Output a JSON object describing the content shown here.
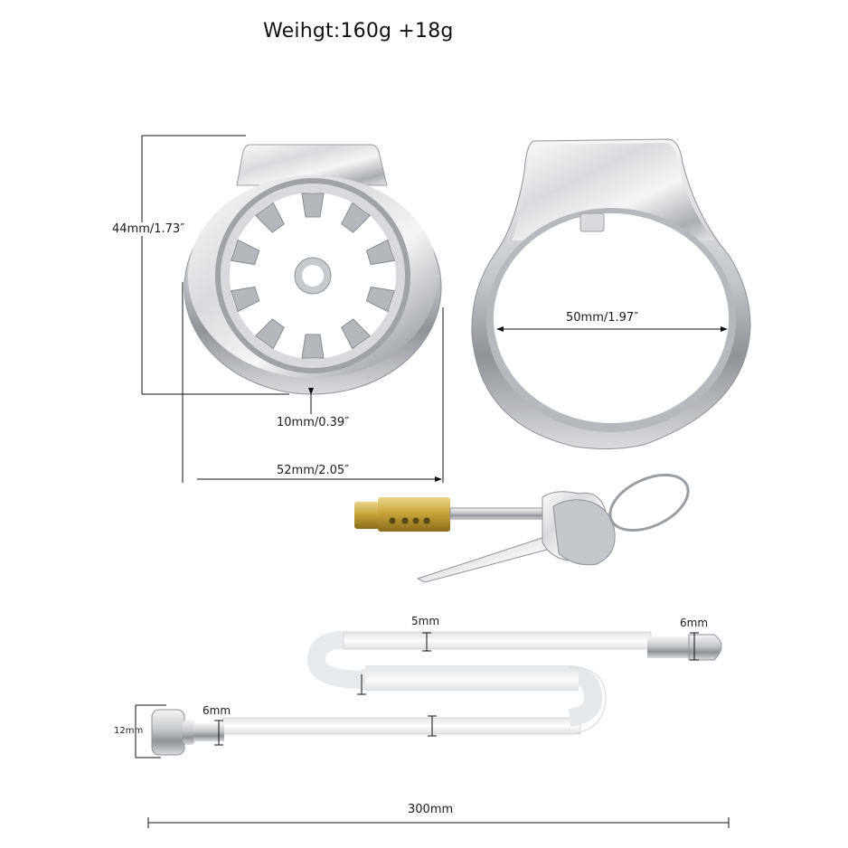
{
  "title": "Weihgt:160g  +18g",
  "cage_cap": {
    "height_label": "44mm/1.73″",
    "depth_label": "10mm/0.39″",
    "width_label": "52mm/2.05″"
  },
  "base_ring": {
    "diameter_label": "50mm/1.97″"
  },
  "lock_and_keys": {
    "key_count": 2,
    "lock_color": "#c9a43a",
    "key_color": "#b8bcc2"
  },
  "catheter": {
    "tube_diameter_label": "5mm",
    "tip_diameter_label": "6mm",
    "base_neck_label": "6mm",
    "base_head_label": "12mm",
    "length_label": "300mm"
  },
  "colors": {
    "metal_light": "#f1f2f4",
    "metal_mid": "#c3c6cb",
    "metal_dark": "#8d9096",
    "tube": "#eef0f1",
    "line": "#111111"
  }
}
